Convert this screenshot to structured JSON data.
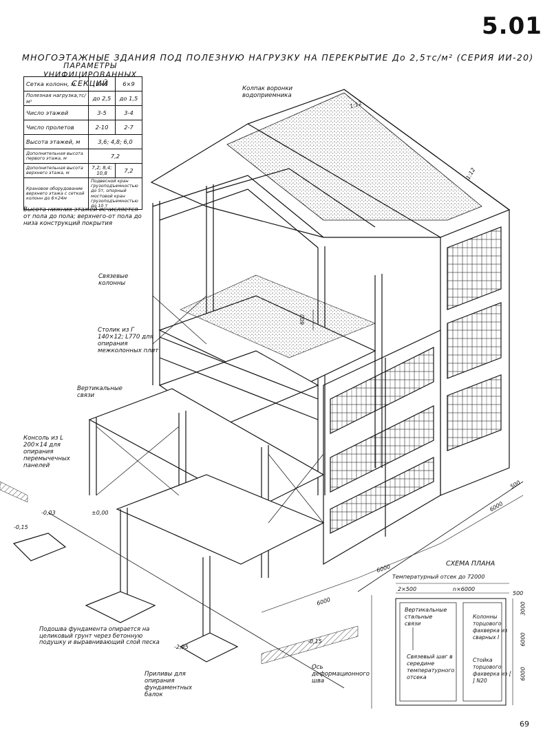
{
  "sheet_number": "5.01",
  "page_number": "69",
  "title": "МНОГОЭТАЖНЫЕ  ЗДАНИЯ  ПОД  ПОЛЕЗНУЮ  НАГРУЗКУ  НА  ПЕРЕКРЫТИЕ  До 2,5тс/м² (СЕРИЯ ИИ-20)",
  "subtitle_line1": "ПАРАМЕТРЫ  УНИФИЦИРОВАННЫХ",
  "subtitle_line2": "СЕКЦИЙ",
  "params_table": {
    "rows": [
      {
        "label": "Сетка колонн, м",
        "v1": "6×6",
        "v2": "6×9"
      },
      {
        "label": "Полезная нагрузка,тс/м²",
        "v1": "до 2,5",
        "v2": "до 1,5"
      },
      {
        "label": "Число этажей",
        "v1": "3-5",
        "v2": "3-4"
      },
      {
        "label": "Число пролетов",
        "v1": "2-10",
        "v2": "2-7"
      },
      {
        "label": "Высота этажей, м",
        "merged": "3,6; 4,8; 6,0"
      },
      {
        "label": "Дополнительная высота первого этажа, м",
        "merged": "7,2"
      },
      {
        "label": "Дополнительная высота верхнего этажа, м",
        "v1": "7,2; 8,4; 10,8",
        "v2": "7,2"
      },
      {
        "label": "Крановое оборудование верхнего этажа с сеткой колонн до 6×24м",
        "merged": "Подвесной кран грузоподъемностью до 5т, опорный мостовой кран грузоподъемностью до 10 т"
      }
    ]
  },
  "notes": {
    "height": "Высота нижних этажей исчисляется от пола до пола; верхнего-от пола до низа конструкций покрытия",
    "funnel": "Колпак воронки водоприемника",
    "braced_columns": "Связевые колонны",
    "table_support": "Столик из Г 140×12; L770 для опирания межколонных плит",
    "vertical_braces": "Вертикальные связи",
    "console": "Консоль из L 200×14 для опирания перемычечных панелей",
    "foundation": "Подошва фундамента опирается на целиковый грунт через бетонную подушку и выравнивающий слой песка",
    "inflows": "Приливы для опирания фундаментных балок",
    "axis": "Ось деформационного шва"
  },
  "dimensions": {
    "slope_top": "1:12",
    "slope_side": "1:12",
    "h600": "600",
    "d500": "500",
    "d6000_a": "6000",
    "d6000_b": "6000",
    "d6000_c": "6000",
    "lvl_003": "-0,03",
    "lvl_000": "±0,00",
    "lvl_015a": "-0,15",
    "lvl_015b": "-0,15",
    "lvl_295": "-2,95"
  },
  "plan": {
    "title": "СХЕМА ПЛАНА",
    "compartment": "Температурный отсек до 72000",
    "left_dim": "2×500",
    "mid_dim": "n×6000",
    "right_dim": "500",
    "d3000": "3000",
    "d6000a": "6000",
    "d6000b": "6000",
    "vertical_braces": "Вертикальные стальные связи",
    "joint": "Связевый шаг в середине температурного отсека",
    "columns_end": "Колонны торцового фахверка из сварных I",
    "post_end": "Стойка торцового фахверка из [ ] N20"
  }
}
